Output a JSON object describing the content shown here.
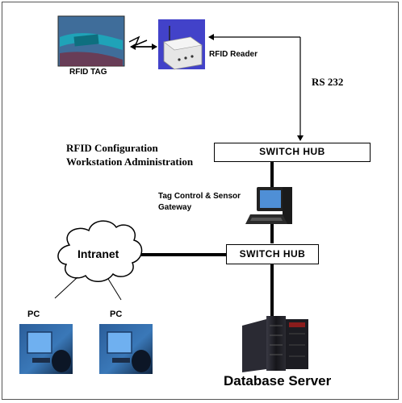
{
  "labels": {
    "rfid_tag": "RFID TAG",
    "rfid_reader": "RFID Reader",
    "rs232": "RS 232",
    "config_line1": "RFID Configuration",
    "config_line2": "Workstation Administration",
    "gateway_line1": "Tag Control & Sensor",
    "gateway_line2": "Gateway",
    "switch_hub_top": "SWITCH HUB",
    "switch_hub_bottom": "SWITCH HUB",
    "intranet": "Intranet",
    "pc_left": "PC",
    "pc_right": "PC",
    "database_server": "Database Server"
  },
  "colors": {
    "tag_bg": "#3f6d9a",
    "tag_band": "#1fa3b8",
    "reader_bg": "#4242c9",
    "reader_body": "#e6e6e6",
    "server": "#1e1e24",
    "monitor_screen": "#4f8fd6"
  }
}
